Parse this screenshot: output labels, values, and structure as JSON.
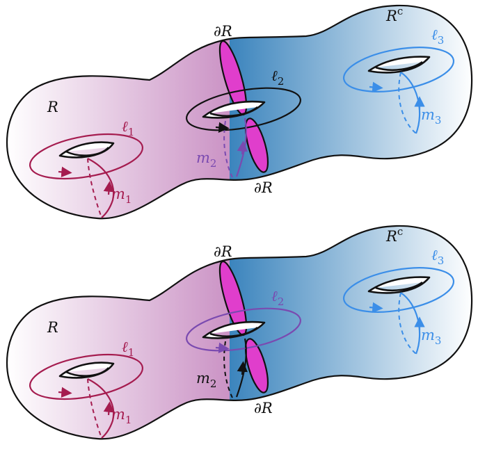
{
  "colors": {
    "R_region": "#c98fc3",
    "Rc_region": "#3b84bd",
    "boundary_fill": "#e03ecc",
    "R_curve": "#a51c4f",
    "Rc_curve": "#3b8ee8",
    "middle_curve_top_l": "#111111",
    "middle_curve_top_m": "#7a4ab0",
    "middle_curve_bottom_l": "#7a4ab0",
    "middle_curve_bottom_m": "#111111"
  },
  "panels": [
    {
      "label_R": "R",
      "label_Rc": "R",
      "label_Rc_sup": "c",
      "label_dR_top": "∂R",
      "label_dR_bottom": "∂R",
      "l1": {
        "base": "ℓ",
        "sub": "1"
      },
      "m1": {
        "base": "m",
        "sub": "1"
      },
      "l2": {
        "base": "ℓ",
        "sub": "2"
      },
      "m2": {
        "base": "m",
        "sub": "2"
      },
      "l3": {
        "base": "ℓ",
        "sub": "3"
      },
      "m3": {
        "base": "m",
        "sub": "3"
      }
    },
    {
      "label_R": "R",
      "label_Rc": "R",
      "label_Rc_sup": "c",
      "label_dR_top": "∂R",
      "label_dR_bottom": "∂R",
      "l1": {
        "base": "ℓ",
        "sub": "1"
      },
      "m1": {
        "base": "m",
        "sub": "1"
      },
      "l2": {
        "base": "ℓ",
        "sub": "2"
      },
      "m2": {
        "base": "m",
        "sub": "2"
      },
      "l3": {
        "base": "ℓ",
        "sub": "3"
      },
      "m3": {
        "base": "m",
        "sub": "3"
      }
    }
  ]
}
